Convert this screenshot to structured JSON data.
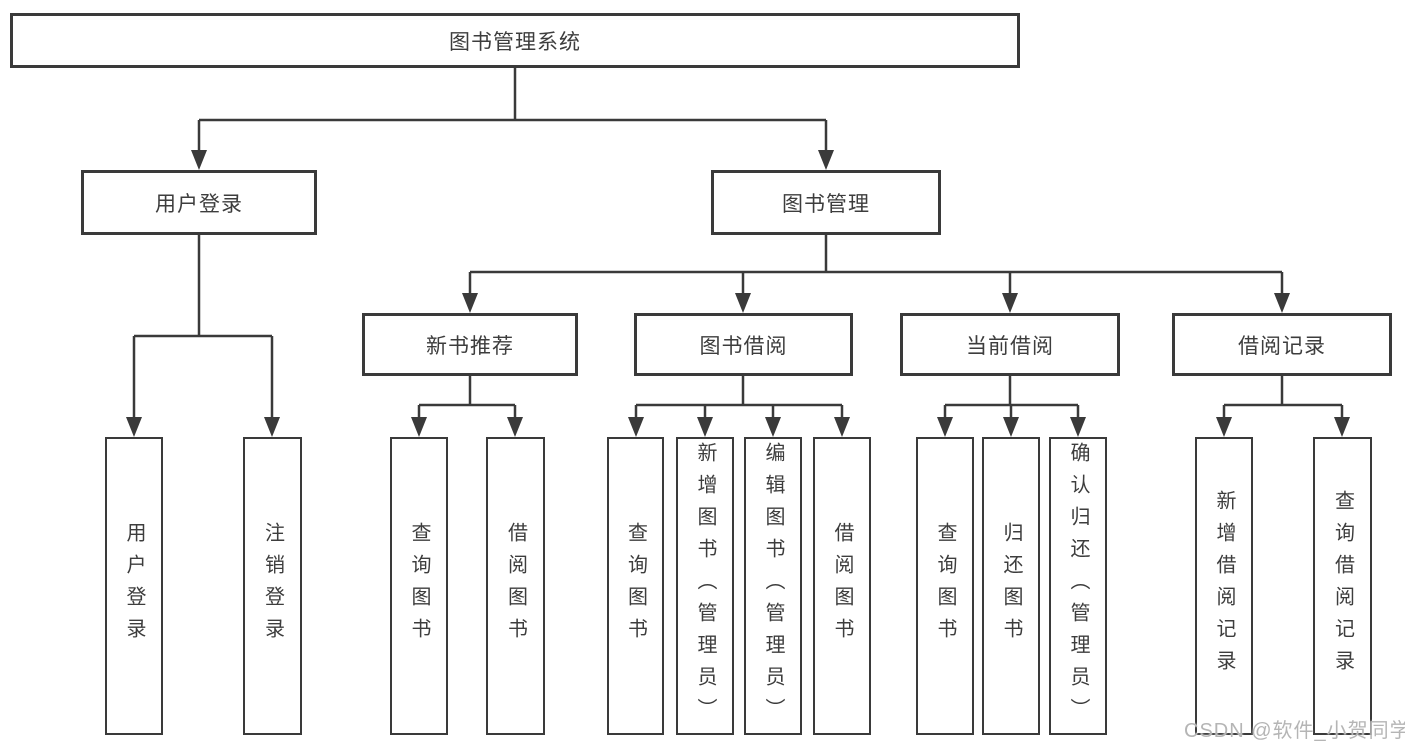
{
  "colors": {
    "line": "#3a3a3a",
    "text": "#3d3d3d",
    "wm": "#b5b5b5",
    "bg": "#ffffff"
  },
  "watermark": {
    "text": "CSDN @软件_小贺同学"
  },
  "tree": {
    "label": "图书管理系统",
    "children": [
      {
        "label": "用户登录",
        "children": [
          {
            "label": "用户登录"
          },
          {
            "label": "注销登录"
          }
        ]
      },
      {
        "label": "图书管理",
        "children": [
          {
            "label": "新书推荐",
            "children": [
              {
                "label": "查询图书"
              },
              {
                "label": "借阅图书"
              }
            ]
          },
          {
            "label": "图书借阅",
            "children": [
              {
                "label": "查询图书"
              },
              {
                "label": "新增图书（管理员）"
              },
              {
                "label": "编辑图书（管理员）"
              },
              {
                "label": "借阅图书"
              }
            ]
          },
          {
            "label": "当前借阅",
            "children": [
              {
                "label": "查询图书"
              },
              {
                "label": "归还图书"
              },
              {
                "label": "确认归还（管理员）"
              }
            ]
          },
          {
            "label": "借阅记录",
            "children": [
              {
                "label": "新增借阅记录"
              },
              {
                "label": "查询借阅记录"
              }
            ]
          }
        ]
      }
    ]
  }
}
